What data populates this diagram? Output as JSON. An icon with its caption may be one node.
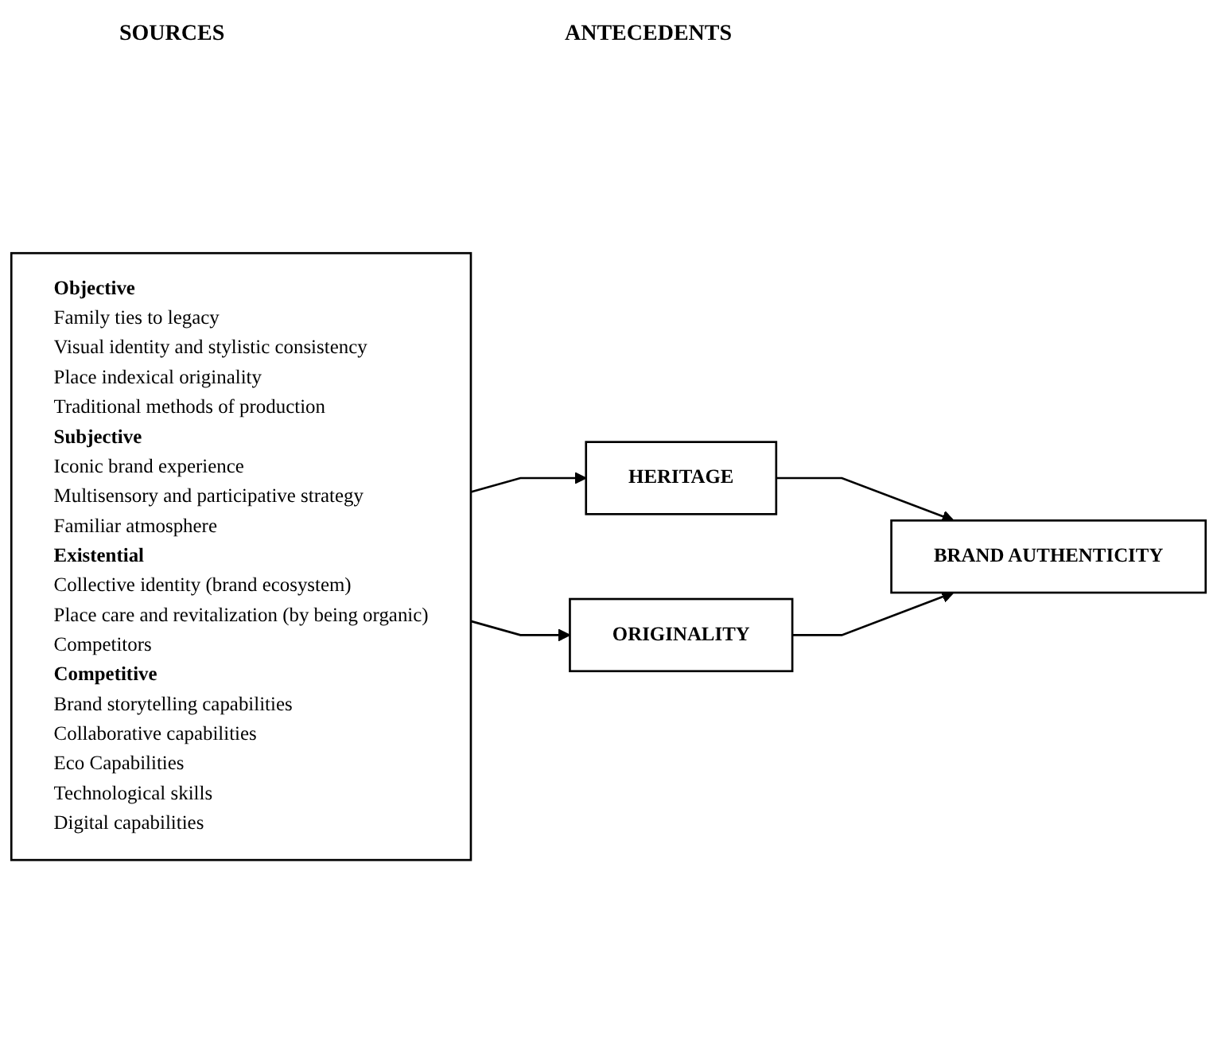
{
  "diagram": {
    "nodes": [
      {
        "text": [
          "**Objective**",
          "Family ties to legacy",
          "Visual identity and stylistic consistency",
          "Place indexical originality",
          "Traditional methods of production",
          "**Subjective**",
          "Iconic brand experience",
          "Multisensory and participative strategy",
          "Familiar atmosphere",
          "**Existential**",
          "Collective identity (brand ecosystem)",
          "Place care and revitalization (by being organic)",
          "Competitors",
          "**Competitive**",
          "Brand storytelling capabilities",
          "Collaborative capabilities",
          "Eco Capabilities",
          "Technological skills",
          "Digital capabilities"
        ]
      },
      {
        "text": [
          "HERITAGE"
        ]
      },
      {
        "text": [
          "ORIGINALITY"
        ]
      },
      {
        "text": [
          "BRAND AUTHENTICITY"
        ]
      }
    ],
    "edges": [
      {
        "from": 0,
        "to": 1,
        "arrow": "to"
      },
      {
        "from": 0,
        "to": 2,
        "arrow": "to"
      },
      {
        "from": 1,
        "to": 3,
        "arrow": "to"
      },
      {
        "from": 2,
        "to": 3,
        "arrow": "to"
      }
    ],
    "labels": [
      "SOURCES",
      "ANTECEDENTS"
    ]
  }
}
